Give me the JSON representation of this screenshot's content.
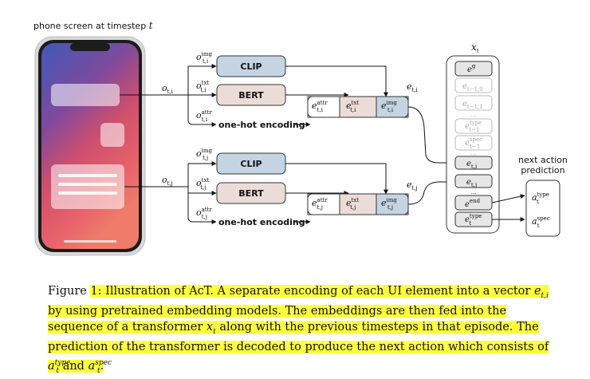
{
  "phone_label": "phone screen at timestep",
  "phone_label_var": "t",
  "encoders": {
    "clip": "CLIP",
    "bert": "BERT",
    "onehot": "one-hot encoding"
  },
  "inputs": {
    "o": "o",
    "img": "img",
    "txt": "txt",
    "attr": "attr"
  },
  "element_i": "t,i",
  "element_j": "t,j",
  "embedding": "e",
  "transformer_title": "x",
  "transformer_title_sub": "t",
  "sequence": {
    "e_g_sup": "g",
    "prev0_sub": "t−1,0",
    "prev1_sub": "t−1,1",
    "dots": "...",
    "type": "type",
    "spec": "spec",
    "prev_sub": "t−1",
    "end": "end",
    "cur_sub": "t"
  },
  "prediction_title_1": "next action",
  "prediction_title_2": "prediction",
  "prediction_var": "a",
  "caption": {
    "figure": "Figure",
    "number": "1: Illustration of AcT. A separate encoding of each UI element into a vector",
    "vec": "e",
    "vec_sub": "t,i",
    "part2": "by using pretrained embedding models. The embeddings are then fed into the sequence of a transformer",
    "x": "x",
    "x_sub": "t",
    "part3": "along with the previous timesteps in that episode. The prediction of the transformer is decoded to produce the next action which consists of",
    "a": "a",
    "a_sub": "t",
    "type": "type",
    "and": "and",
    "spec": "spec",
    "end": "."
  },
  "colors": {
    "clip": "#c5d4e3",
    "bert": "#ecdcd8",
    "attr": "#ffffff",
    "seq_box": "#e6e6e6",
    "highlight": "#ffff3c"
  }
}
